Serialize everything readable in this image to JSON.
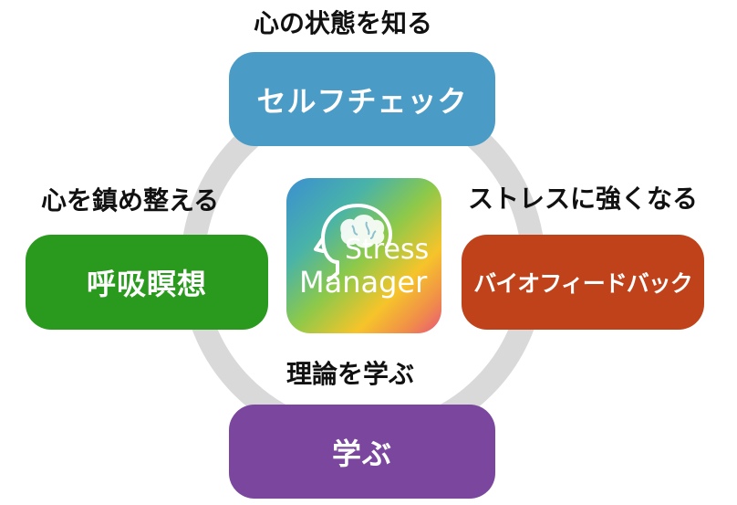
{
  "nodes": {
    "top": {
      "caption": "心の状態を知る",
      "label": "セルフチェック",
      "color": "#4a9cc7"
    },
    "left": {
      "caption": "心を鎮め整える",
      "label": "呼吸瞑想",
      "color": "#2a9a1e"
    },
    "right": {
      "caption": "ストレスに強くなる",
      "label": "バイオフィードバック",
      "color": "#c0421a"
    },
    "bottom": {
      "caption": "理論を学ぶ",
      "label": "学ぶ",
      "color": "#7b479e"
    }
  },
  "logo": {
    "line1": "Stress",
    "line2": "Manager",
    "icon": "head-brain-icon"
  },
  "ring_color": "#d9d9d9"
}
